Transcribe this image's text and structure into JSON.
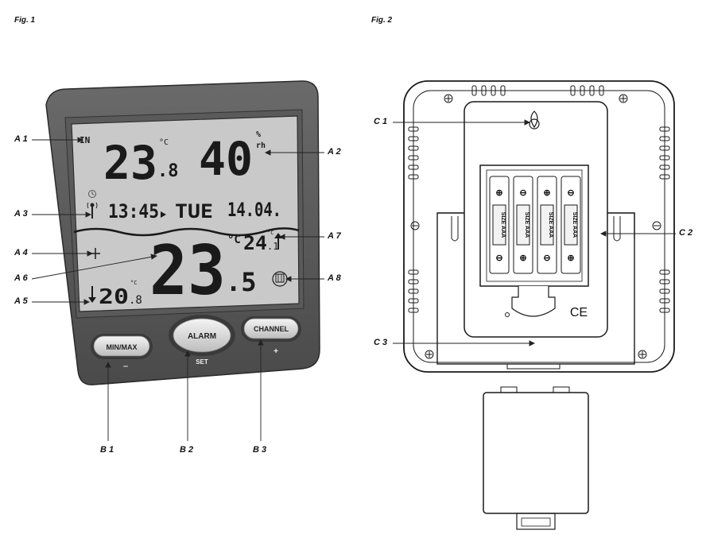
{
  "figures": {
    "fig1_title": "Fig. 1",
    "fig2_title": "Fig. 2"
  },
  "display": {
    "indoor_label": "IN",
    "indoor_temp_main": "23",
    "indoor_temp_decimal": ".8",
    "indoor_temp_unit": "°C",
    "humidity_value": "40",
    "humidity_unit_pct": "%",
    "humidity_unit_rh": "rh",
    "time": "13:45",
    "weekday": "TUE",
    "date": "14.04.",
    "outdoor_temp_main": "23",
    "outdoor_temp_decimal": ".5",
    "outdoor_temp_unit": "°C",
    "max_temp": "24",
    "max_temp_decimal": ".1",
    "max_temp_unit": "°C",
    "min_temp": "20",
    "min_temp_decimal": ".8",
    "min_temp_unit": "°C"
  },
  "buttons": {
    "minmax_label": "MIN/MAX",
    "alarm_label": "ALARM",
    "channel_label": "CHANNEL",
    "minus_sign": "–",
    "set_label": "SET",
    "plus_sign": "+"
  },
  "callouts": {
    "a1": "A 1",
    "a2": "A 2",
    "a3": "A 3",
    "a4": "A 4",
    "a5": "A 5",
    "a6": "A 6",
    "a7": "A 7",
    "a8": "A 8",
    "b1": "B 1",
    "b2": "B 2",
    "b3": "B 3",
    "c1": "C 1",
    "c2": "C 2",
    "c3": "C 3"
  },
  "battery": {
    "size_text": "SIZE AAA",
    "plus": "⊕",
    "minus": "⊖"
  },
  "marks": {
    "ce": "CE"
  }
}
